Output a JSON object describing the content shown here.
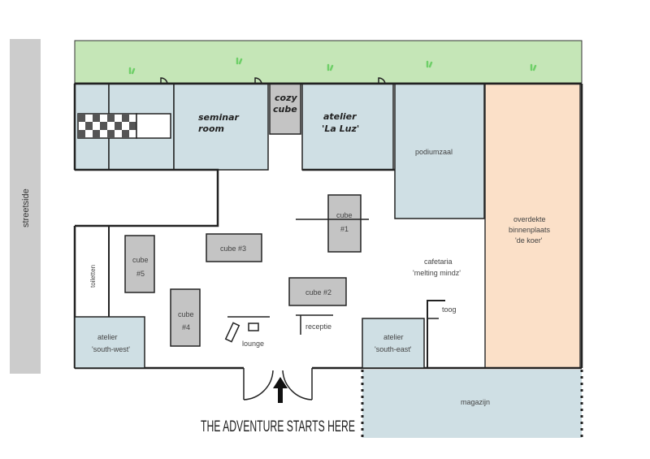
{
  "street": {
    "label": "streetside"
  },
  "rooms": {
    "seminar": {
      "line1": "seminar",
      "line2": "room"
    },
    "cozy": {
      "line1": "cozy",
      "line2": "cube"
    },
    "atelier_luz": {
      "line1": "atelier",
      "line2": "'La Luz'"
    },
    "podiumzaal": {
      "label": "podiumzaal"
    },
    "binnenplaats": {
      "line1": "overdekte",
      "line2": "binnenplaats",
      "line3": "'de koer'"
    },
    "cube1": {
      "line1": "cube",
      "line2": "#1"
    },
    "cube2": {
      "label": "cube #2"
    },
    "cube3": {
      "label": "cube #3"
    },
    "cube4": {
      "line1": "cube",
      "line2": "#4"
    },
    "cube5": {
      "line1": "cube",
      "line2": "#5"
    },
    "toiletten": {
      "label": "toiletten"
    },
    "cafetaria": {
      "line1": "cafetaria",
      "line2": "'melting mindz'"
    },
    "toog": {
      "label": "toog"
    },
    "receptie": {
      "label": "receptie"
    },
    "lounge": {
      "label": "lounge"
    },
    "atelier_sw": {
      "line1": "atelier",
      "line2": "'south-west'"
    },
    "atelier_se": {
      "line1": "atelier",
      "line2": "'south-east'"
    },
    "magazijn": {
      "label": "magazijn"
    }
  },
  "entrance": {
    "headline": "THE ADVENTURE STARTS HERE"
  },
  "colors": {
    "room_fill": "#cfdfe4",
    "cube_fill": "#c4c4c4",
    "garden": "#c5e6b7",
    "courtyard": "#fbe0c8",
    "wall": "#222222",
    "grass": "#6fcf68"
  }
}
